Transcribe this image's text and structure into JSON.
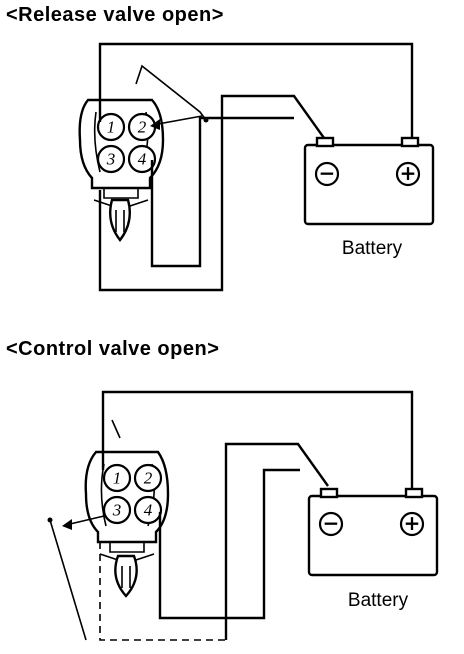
{
  "panels": [
    {
      "title": "<Release valve open>",
      "pins": [
        "1",
        "2",
        "3",
        "4"
      ],
      "battery": {
        "label": "Battery",
        "negative": "−",
        "positive": "+"
      }
    },
    {
      "title": "<Control valve open>",
      "pins": [
        "1",
        "2",
        "3",
        "4"
      ],
      "battery": {
        "label": "Battery",
        "negative": "−",
        "positive": "+"
      }
    }
  ]
}
